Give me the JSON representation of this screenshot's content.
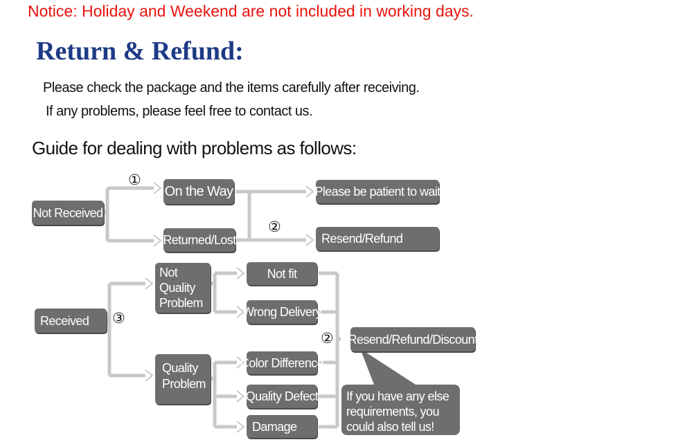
{
  "notice": "Notice: Holiday and Weekend are not included in working days.",
  "heading": "Return & Refund:",
  "intro": [
    "Please check the package and the items carefully after receiving.",
    "If any problems, please feel free to contact us."
  ],
  "guide_title": "Guide for dealing with problems as follows:",
  "nodes": {
    "not_received": "Not Received",
    "on_the_way": "On the Way",
    "returned_lost": "Returned/Lost",
    "be_patient": "Please be patient to wait",
    "resend_refund": "Resend/Refund",
    "received": "Received",
    "not_quality_problem": "Not Quality Problem",
    "quality_problem": "Quality Problem",
    "not_fit": "Not fit",
    "wrong_delivery": "Wrong Delivery",
    "color_difference": "Color Difference",
    "quality_defect": "Quality Defect",
    "damage": "Damage",
    "resend_refund_discount": "Resend/Refund/Discount"
  },
  "step_markers": {
    "one": "①",
    "two_top": "②",
    "three": "③",
    "two_bottom": "②"
  },
  "bubble": "If you have any else requirements, you could also tell us!",
  "colors": {
    "notice": "#e8120c",
    "heading": "#1d3a86",
    "box_fill": "#6e6e6e",
    "connector": "#c8c8c8"
  }
}
